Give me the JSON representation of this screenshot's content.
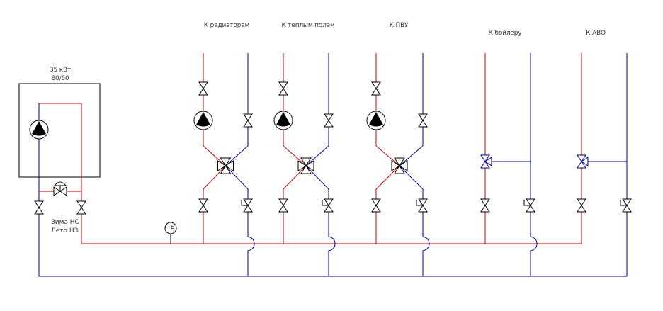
{
  "colors": {
    "supply": "#c00000",
    "return": "#00008b",
    "symbol": "#000000",
    "text": "#333333"
  },
  "boiler": {
    "power": "35 кВт",
    "temps": "80/60",
    "mode_winter": "Зима НО",
    "mode_summer": "Лето НЗ"
  },
  "sensor": {
    "label": "TE"
  },
  "circuits": [
    {
      "label": "К радиаторам",
      "type": "pump-mixing"
    },
    {
      "label": "К теплым полам",
      "type": "pump-mixing"
    },
    {
      "label": "К ПВУ",
      "type": "pump-mixing"
    },
    {
      "label": "К бойлеру",
      "type": "three-way-valve"
    },
    {
      "label": "К  АВО",
      "type": "three-way-valve"
    }
  ]
}
